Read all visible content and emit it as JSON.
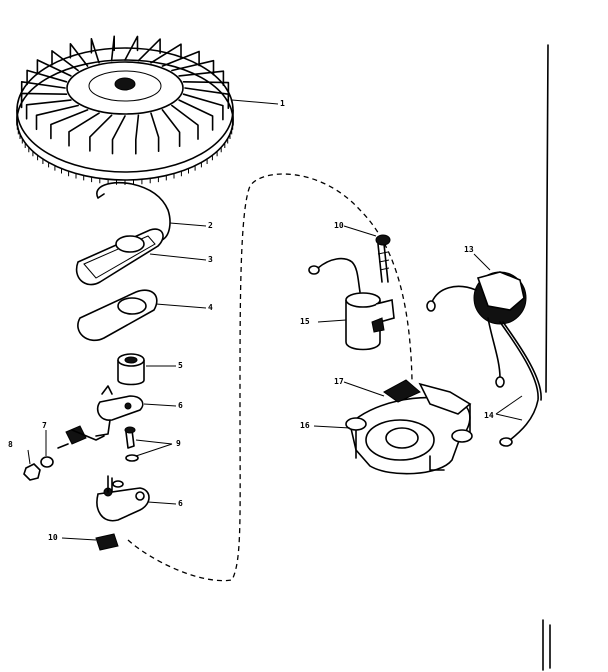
{
  "callouts": [
    {
      "id": "flywheel",
      "text": "1"
    },
    {
      "id": "spring",
      "text": "2"
    },
    {
      "id": "cover",
      "text": "3"
    },
    {
      "id": "gasket",
      "text": "4"
    },
    {
      "id": "cam",
      "text": "5"
    },
    {
      "id": "arm-upper",
      "text": "6"
    },
    {
      "id": "plate-lower",
      "text": "6"
    },
    {
      "id": "lockwasher",
      "text": "7"
    },
    {
      "id": "nut",
      "text": "8"
    },
    {
      "id": "screws",
      "text": "9"
    },
    {
      "id": "felt",
      "text": "10"
    },
    {
      "id": "screw-condenser",
      "text": "10"
    },
    {
      "id": "coil",
      "text": "13"
    },
    {
      "id": "leads",
      "text": "14"
    },
    {
      "id": "condenser",
      "text": "15"
    },
    {
      "id": "stator-base",
      "text": "16"
    },
    {
      "id": "breaker-plate",
      "text": "17"
    }
  ]
}
